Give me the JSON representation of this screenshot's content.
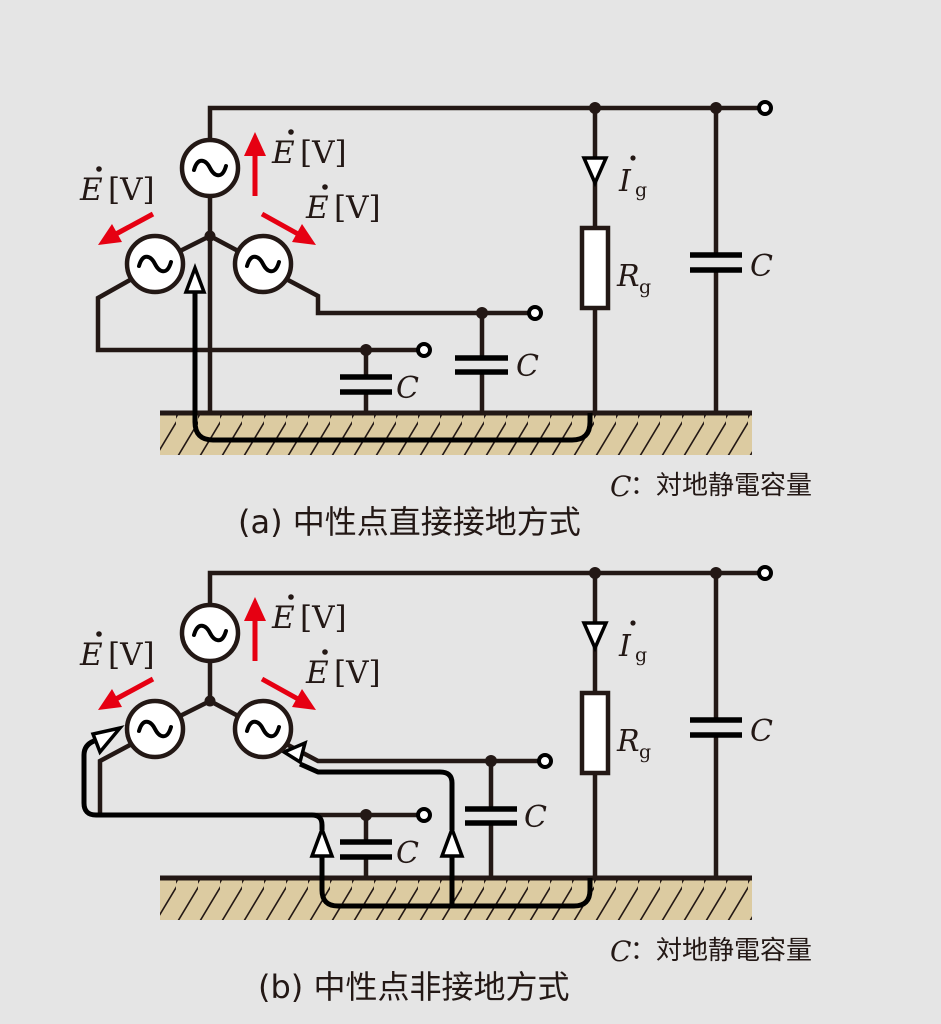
{
  "colors": {
    "background": "#e5e5e5",
    "wire": "#231815",
    "voltage_arrow": "#e60012",
    "ground_fill": "#dccba1",
    "source_fill": "#ffffff"
  },
  "labels": {
    "emf": "E",
    "emf_unit": "[V]",
    "current": "I",
    "current_sub": "g",
    "resistor": "R",
    "resistor_sub": "g",
    "capacitor": "C"
  },
  "panels": [
    {
      "id": "a",
      "caption": "(a) 中性点直接接地方式",
      "legend_symbol": "C",
      "legend_text": "：対地静電容量",
      "neutral_grounded": true
    },
    {
      "id": "b",
      "caption": "(b) 中性点非接地方式",
      "legend_symbol": "C",
      "legend_text": "：対地静電容量",
      "neutral_grounded": false
    }
  ]
}
